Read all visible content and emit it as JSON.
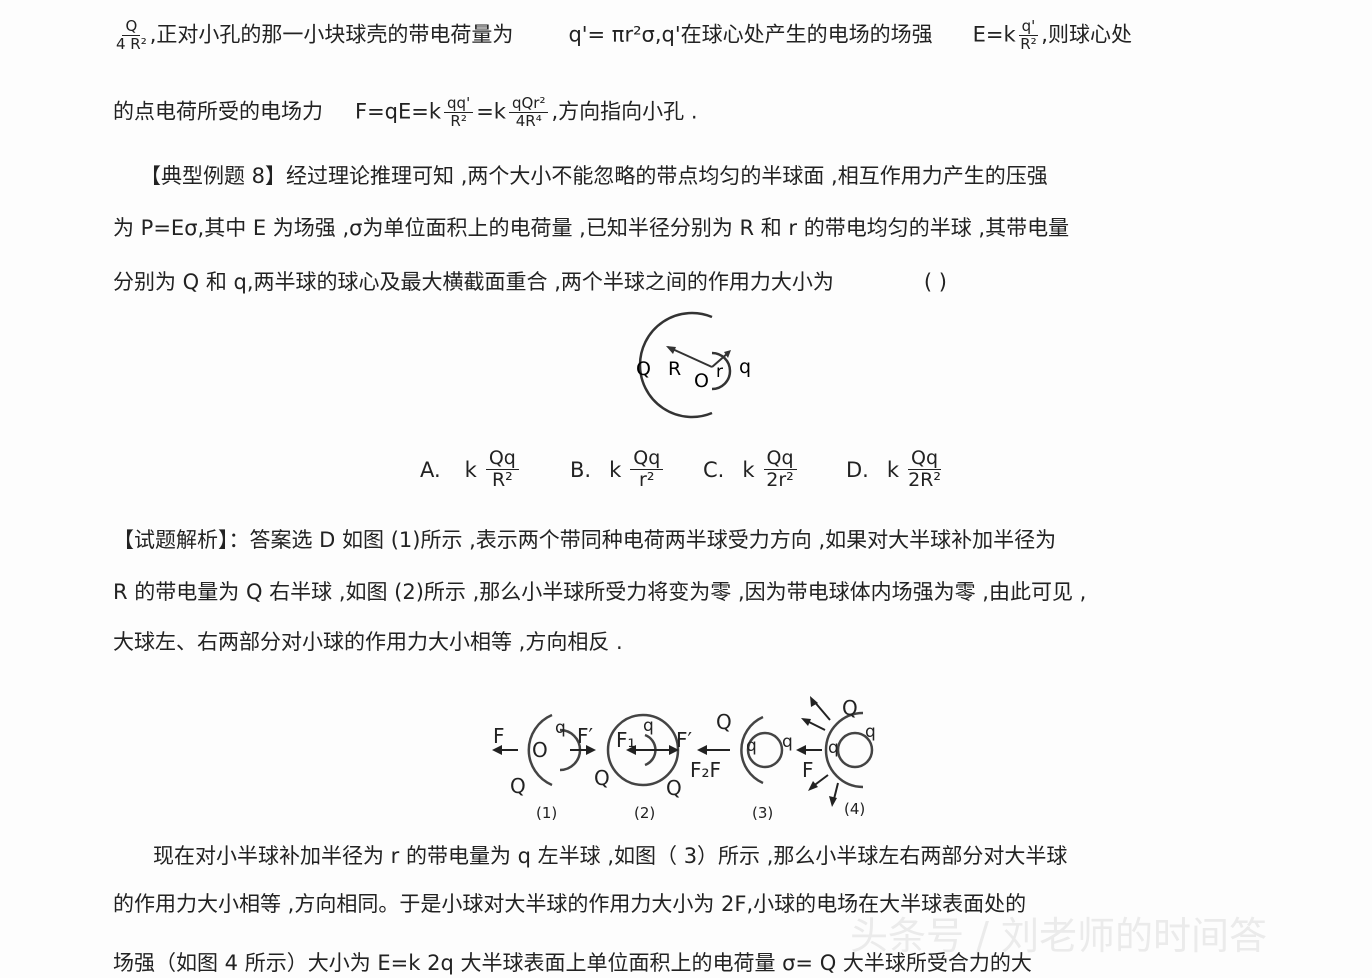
{
  "lines": {
    "l1": {
      "frac_n": "Q",
      "frac_d": "4  R²",
      "t1": ",正对小孔的那一小块球壳的带电荷量为",
      "t2": "q'= πr²σ,q'在球心处产生的电场的场强",
      "t3": "E=k",
      "fn": "q'",
      "fd": "R²",
      "t4": ",则球心处"
    },
    "l2": {
      "t1": "的点电荷所受的电场力",
      "t2": "F=qE=k",
      "f1n": "qq'",
      "f1d": "R²",
      "t3": "=k",
      "f2n": "qQr²",
      "f2d": "4R⁴",
      "t4": ",方向指向小孔 ."
    },
    "l3": "【典型例题  8】经过理论推理可知 ,两个大小不能忽略的带点均匀的半球面   ,相互作用力产生的压强",
    "l4": "为 P=Eσ,其中 E 为场强 ,σ为单位面积上的电荷量  ,已知半径分别为  R 和 r 的带电均匀的半球  ,其带电量",
    "l5": "分别为  Q 和 q,两半球的球心及最大横截面重合    ,两个半球之间的作用力大小为",
    "l5b": "(    )",
    "l6": "【试题解析】：答案选  D  如图 (1)所示 ,表示两个带同种电荷两半球受力方向    ,如果对大半球补加半径为",
    "l7": "R 的带电量为  Q 右半球 ,如图 (2)所示 ,那么小半球所受力将变为零    ,因为带电球体内场强为零   ,由此可见 ,",
    "l8": "大球左、右两部分对小球的作用力大小相等     ,方向相反 .",
    "l9": "现在对小半球补加半径为    r 的带电量为  q 左半球 ,如图（ 3）所示 ,那么小半球左右两部分对大半球",
    "l10": "的作用力大小相等   ,方向相同。于是小球对大半球的作用力大小为      2F,小球的电场在大半球表面处的",
    "l11": "场强（如图  4 所示）大小为  E=k 2q  大半球表面上单位面积上的电荷量     σ= Q   大半球所受合力的大"
  },
  "figure1": {
    "Q": "Q",
    "R": "R",
    "O": "O",
    "r": "r",
    "q": "q"
  },
  "options": [
    {
      "label": "A.",
      "k": "k",
      "n": "Qq",
      "d": "R²"
    },
    {
      "label": "B.",
      "k": "k",
      "n": "Qq",
      "d": "r²"
    },
    {
      "label": "C.",
      "k": "k",
      "n": "Qq",
      "d": "2r²"
    },
    {
      "label": "D.",
      "k": "k",
      "n": "Qq",
      "d": "2R²"
    }
  ],
  "figure2": {
    "F": "F",
    "Fp": "F′",
    "F1": "F₁",
    "F2F": "F₂F",
    "Q": "Q",
    "q": "q",
    "O": "O",
    "captions": [
      "(1)",
      "(2)",
      "(3)",
      "(4)"
    ]
  },
  "watermark": "头条号 / 刘老师的时间答"
}
